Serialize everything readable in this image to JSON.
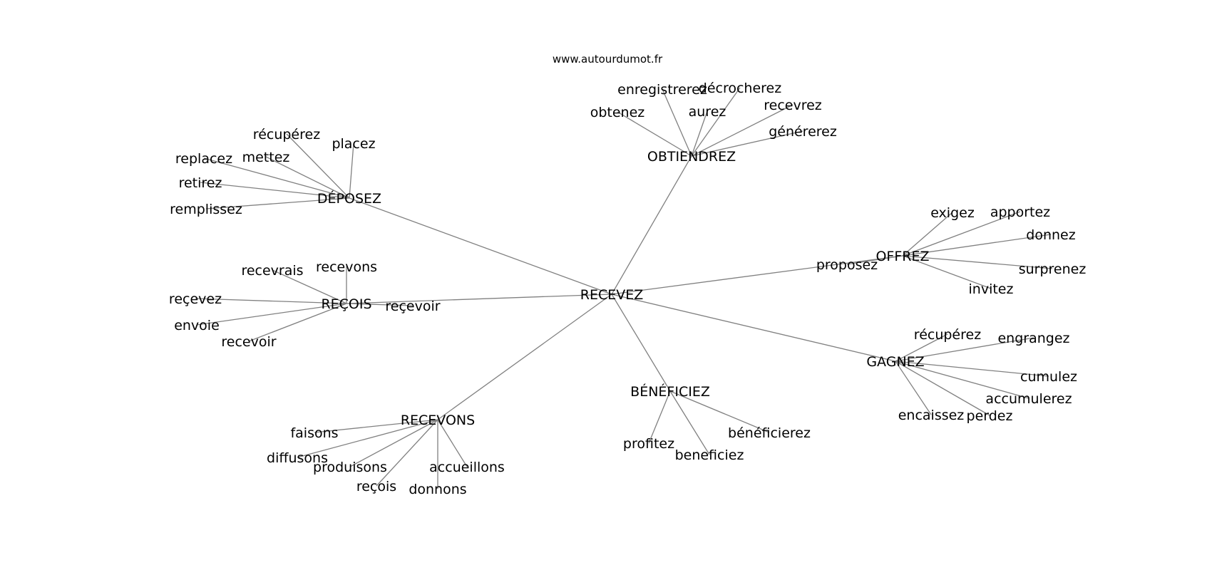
{
  "header": {
    "site": "www.autourdumot.fr"
  },
  "graph": {
    "root": "RECEVEZ",
    "nodes": [
      "RECEVEZ",
      "DÉPOSEZ",
      "OBTIENDREZ",
      "OFFREZ",
      "GAGNEZ",
      "BÉNÉFICIEZ",
      "RECEVONS",
      "REÇOIS",
      "récupérez",
      "placez",
      "replacez",
      "mettez",
      "retirez",
      "remplissez",
      "enregistrerez",
      "décrocherez",
      "obtenez",
      "aurez",
      "recevrez",
      "générerez",
      "exigez",
      "apportez",
      "donnez",
      "proposez",
      "surprenez",
      "invitez",
      "récupérez",
      "engrangez",
      "cumulez",
      "accumulerez",
      "encaissez",
      "perdez",
      "bénéficierez",
      "profitez",
      "beneficiez",
      "faisons",
      "diffusons",
      "produisons",
      "accueillons",
      "reçois",
      "donnons",
      "recevrais",
      "recevons",
      "reçevez",
      "reçevoir",
      "envoie",
      "recevoir"
    ],
    "edges": [
      [
        0,
        1
      ],
      [
        0,
        2
      ],
      [
        0,
        3
      ],
      [
        0,
        4
      ],
      [
        0,
        5
      ],
      [
        0,
        6
      ],
      [
        0,
        7
      ],
      [
        1,
        8
      ],
      [
        1,
        9
      ],
      [
        1,
        10
      ],
      [
        1,
        11
      ],
      [
        1,
        12
      ],
      [
        1,
        13
      ],
      [
        2,
        14
      ],
      [
        2,
        15
      ],
      [
        2,
        16
      ],
      [
        2,
        17
      ],
      [
        2,
        18
      ],
      [
        2,
        19
      ],
      [
        3,
        20
      ],
      [
        3,
        21
      ],
      [
        3,
        22
      ],
      [
        3,
        23
      ],
      [
        3,
        24
      ],
      [
        3,
        25
      ],
      [
        4,
        26
      ],
      [
        4,
        27
      ],
      [
        4,
        28
      ],
      [
        4,
        29
      ],
      [
        4,
        30
      ],
      [
        4,
        31
      ],
      [
        5,
        32
      ],
      [
        5,
        33
      ],
      [
        5,
        34
      ],
      [
        6,
        35
      ],
      [
        6,
        36
      ],
      [
        6,
        37
      ],
      [
        6,
        38
      ],
      [
        6,
        39
      ],
      [
        6,
        40
      ],
      [
        7,
        41
      ],
      [
        7,
        42
      ],
      [
        7,
        43
      ],
      [
        7,
        44
      ],
      [
        7,
        45
      ],
      [
        7,
        46
      ]
    ]
  }
}
